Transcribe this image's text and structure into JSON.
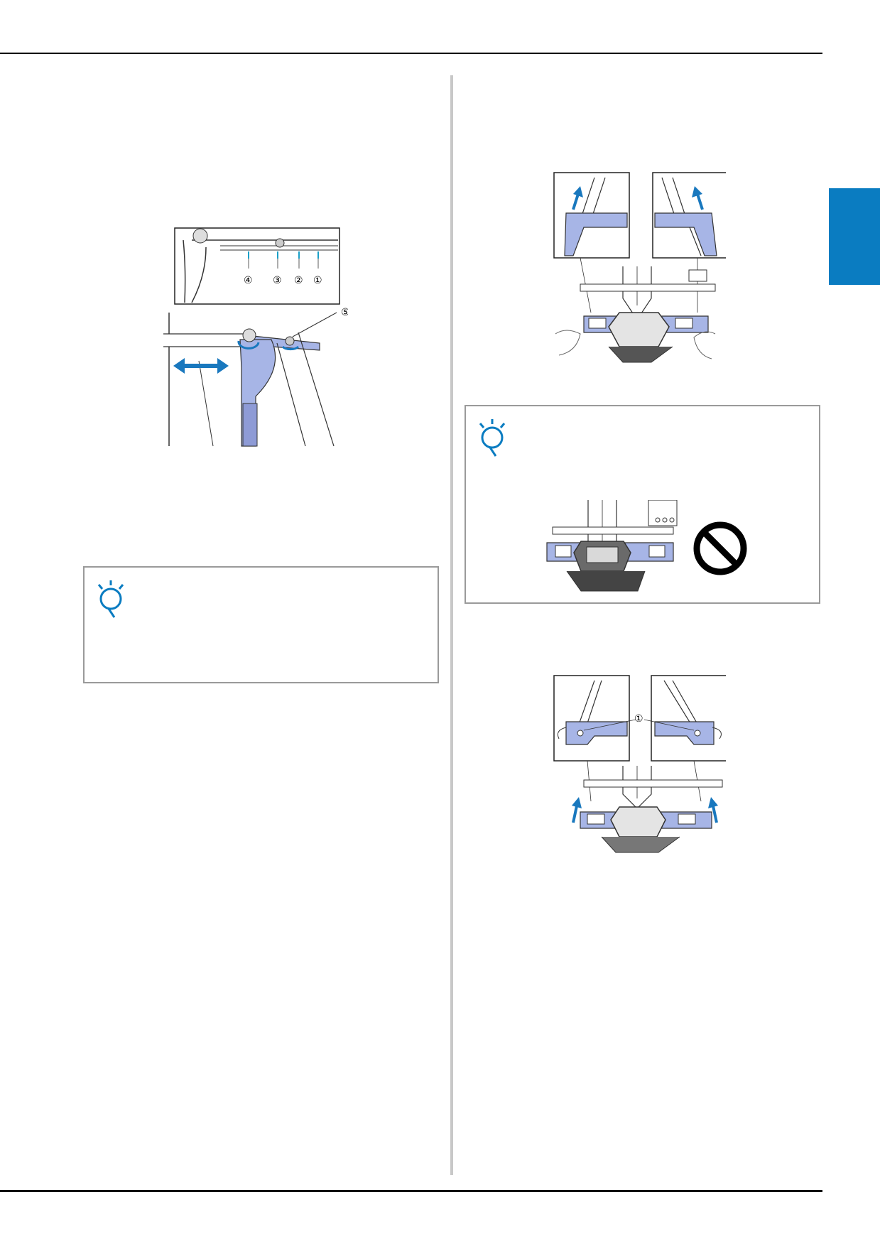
{
  "colors": {
    "accent": "#0a7cc1",
    "highlight": "#a7b5e6",
    "arrow": "#1978be",
    "rule": "#111111",
    "divider": "#c8c8c8",
    "note_border": "#9a9a9a"
  },
  "figure1": {
    "callouts": [
      "④",
      "③",
      "②",
      "①",
      "⑤"
    ]
  },
  "figure4": {
    "callouts": [
      "①"
    ]
  },
  "icons": {
    "note_icon": "lightbulb-note-icon",
    "prohibited_icon": "prohibited-icon"
  }
}
